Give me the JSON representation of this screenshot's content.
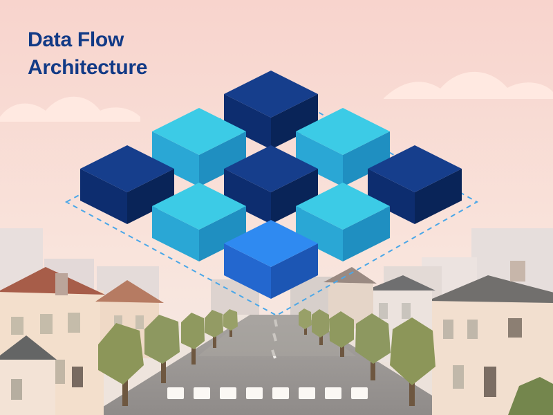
{
  "title": {
    "line1": "Data Flow",
    "line2": "Architecture"
  },
  "palette": {
    "sky": "#f8dcd2",
    "title": "#123a86",
    "dark_block": "#123a86",
    "light_block": "#35c4e0",
    "bright_block": "#2f86f0",
    "dashed_outline": "#4aa7e8",
    "road": "#9d9b99",
    "tree": "#8b9657",
    "house_roof": "#9d5d4b"
  },
  "diagram": {
    "blocks": [
      {
        "name": "top-center-block",
        "tone": "dark"
      },
      {
        "name": "upper-left-block",
        "tone": "light"
      },
      {
        "name": "upper-right-block",
        "tone": "light"
      },
      {
        "name": "left-block",
        "tone": "dark"
      },
      {
        "name": "center-block",
        "tone": "dark"
      },
      {
        "name": "right-block",
        "tone": "dark"
      },
      {
        "name": "lower-left-block",
        "tone": "light"
      },
      {
        "name": "lower-right-block",
        "tone": "light"
      },
      {
        "name": "bottom-center-block",
        "tone": "bright"
      }
    ]
  }
}
